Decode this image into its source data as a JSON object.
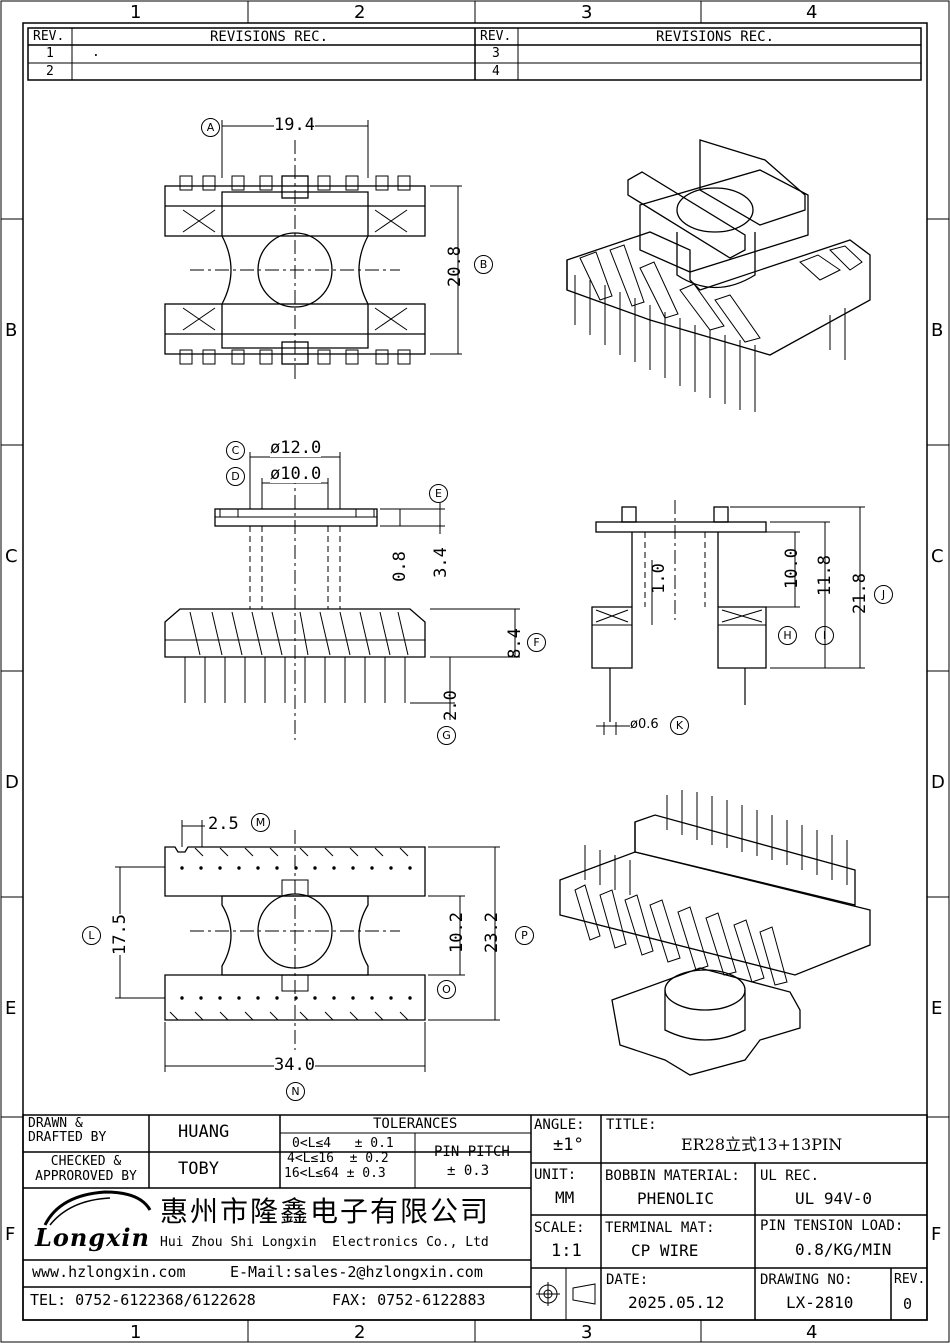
{
  "border": {
    "columns": [
      "1",
      "2",
      "3",
      "4"
    ],
    "rows": [
      "B",
      "C",
      "D",
      "E",
      "F"
    ]
  },
  "revisions": {
    "rev_header": "REV.",
    "rec_header": "REVISIONS REC.",
    "rows_left": [
      {
        "rev": "1",
        "rec": "."
      },
      {
        "rev": "2",
        "rec": ""
      }
    ],
    "rows_right": [
      {
        "rev": "3",
        "rec": ""
      },
      {
        "rev": "4",
        "rec": ""
      }
    ]
  },
  "dimensions": {
    "top_view": {
      "width": "19.4",
      "height": "20.8",
      "label_a": "A",
      "label_b": "B"
    },
    "front_view": {
      "d1": "ø12.0",
      "d2": "ø10.0",
      "flange": "0.8",
      "h1": "3.4",
      "h2": "8.4",
      "pin": "2.0",
      "label_c": "C",
      "label_d": "D",
      "label_e": "E",
      "label_f": "F",
      "label_g": "G"
    },
    "side_view": {
      "h10": "10.0",
      "h118": "11.8",
      "h218": "21.8",
      "h1": "1.0",
      "pin_d": "ø0.6",
      "label_h": "H",
      "label_i": "I",
      "label_j": "J",
      "label_k": "K"
    },
    "bottom_view": {
      "pitch": "2.5",
      "span": "17.5",
      "inner": "10.2",
      "outer": "23.2",
      "length": "34.0",
      "label_m": "M",
      "label_l": "L",
      "label_p": "P",
      "label_o": "O",
      "label_n": "N"
    }
  },
  "title_block": {
    "drawn_label": "DRAWN &\nDRAFTED BY",
    "drawn_value": "HUANG",
    "checked_label": "CHECKED &\nAPPROROVED BY",
    "checked_value": "TOBY",
    "tolerances_label": "TOLERANCES",
    "tol1": "0<L≤4   ± 0.1",
    "tol2": "4<L≤16  ± 0.2",
    "tol3": "16<L≤64 ± 0.3",
    "pin_pitch_label": "PIN PITCH",
    "pin_pitch_value": "± 0.3",
    "angle_label": "ANGLE:",
    "angle_value": "±1°",
    "title_label": "TITLE:",
    "title_value": "ER28立式13+13PIN",
    "unit_label": "UNIT:",
    "unit_value": "MM",
    "bobbin_label": "BOBBIN MATERIAL:",
    "bobbin_value": "PHENOLIC",
    "ul_label": "UL REC.",
    "ul_value": "UL 94V-0",
    "scale_label": "SCALE:",
    "scale_value": "1:1",
    "terminal_label": "TERMINAL MAT:",
    "terminal_value": "CP WIRE",
    "tension_label": "PIN TENSION LOAD:",
    "tension_value": "0.8/KG/MIN",
    "date_label": "DATE:",
    "date_value": "2025.05.12",
    "drawing_label": "DRAWING NO:",
    "drawing_value": "LX-2810",
    "rev_label": "REV.",
    "rev_value": "0"
  },
  "company": {
    "logo_text": "Longxin",
    "name_cn": "惠州市隆鑫电子有限公司",
    "name_en": "Hui Zhou Shi Longxin  Electronics Co., Ltd",
    "website": "www.hzlongxin.com",
    "email": "E-Mail:sales-2@hzlongxin.com",
    "tel": "TEL: 0752-6122368/6122628",
    "fax": "FAX: 0752-6122883"
  }
}
